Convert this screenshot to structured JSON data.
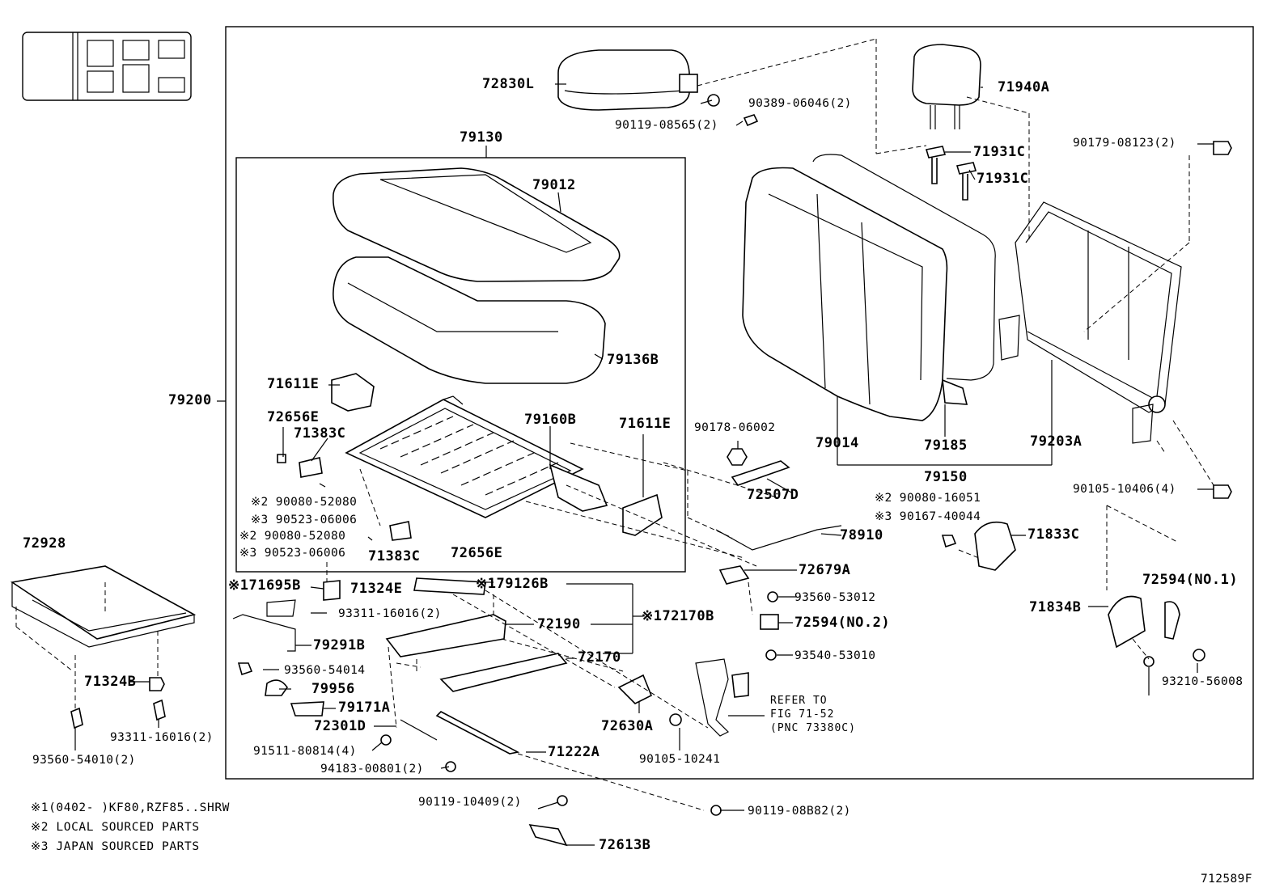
{
  "labels": {
    "p72830L": "72830L",
    "p90389": "90389-06046(2)",
    "p90119_08565": "90119-08565(2)",
    "p79130": "79130",
    "p79012": "79012",
    "p79136B": "79136B",
    "p71611E_a": "71611E",
    "p72656E_a": "72656E",
    "p71383C_a": "71383C",
    "p79160B": "79160B",
    "p71611E_b": "71611E",
    "p2_90080_52080_a": "※2 90080-52080",
    "p3_90523_06006_a": "※3 90523-06006",
    "p2_90080_52080_b": "※2 90080-52080",
    "p3_90523_06006_b": "※3 90523-06006",
    "p71383C_b": "71383C",
    "p72656E_b": "72656E",
    "p79200": "79200",
    "p71940A": "71940A",
    "p71931C_a": "71931C",
    "p71931C_b": "71931C",
    "p90179": "90179-08123(2)",
    "p79014": "79014",
    "p79185": "79185",
    "p79203A": "79203A",
    "p79150": "79150",
    "p90178": "90178-06002",
    "p72507D": "72507D",
    "p2_90080_16051": "※2 90080-16051",
    "p3_90167_40044": "※3 90167-40044",
    "p71833C": "71833C",
    "p90105_10406": "90105-10406(4)",
    "p78910": "78910",
    "p72679A": "72679A",
    "p93560_53012": "93560-53012",
    "p72594_no2": "72594(NO.2)",
    "p93540_53010": "93540-53010",
    "p72594_no1": "72594(NO.1)",
    "p71834B": "71834B",
    "p93210_56008": "93210-56008",
    "p72928": "72928",
    "p71324B": "71324B",
    "p93311_16016_b": "93311-16016(2)",
    "p93560_54010": "93560-54010(2)",
    "p171695B": "※171695B",
    "p71324E": "71324E",
    "p93311_16016_a": "93311-16016(2)",
    "p79291B": "79291B",
    "p93560_54014": "93560-54014",
    "p79956": "79956",
    "p79171A": "79171A",
    "p72301D": "72301D",
    "p91511": "91511-80814(4)",
    "p94183": "94183-00801(2)",
    "p179126B": "※179126B",
    "p72190": "72190",
    "p72170": "72170",
    "p172170B": "※172170B",
    "p71222A": "71222A",
    "p72630A": "72630A",
    "p90105_10241": "90105-10241",
    "p90119_10409": "90119-10409(2)",
    "p72613B": "72613B",
    "p90119_08B82": "90119-08B82(2)"
  },
  "refer": {
    "line1": "REFER TO",
    "line2": "FIG 71-52",
    "line3": "(PNC 73380C)"
  },
  "notes": [
    "※1(0402-    )KF80,RZF85..SHRW",
    "※2 LOCAL SOURCED PARTS",
    "※3 JAPAN SOURCED PARTS"
  ],
  "diagram_id": "712589F"
}
